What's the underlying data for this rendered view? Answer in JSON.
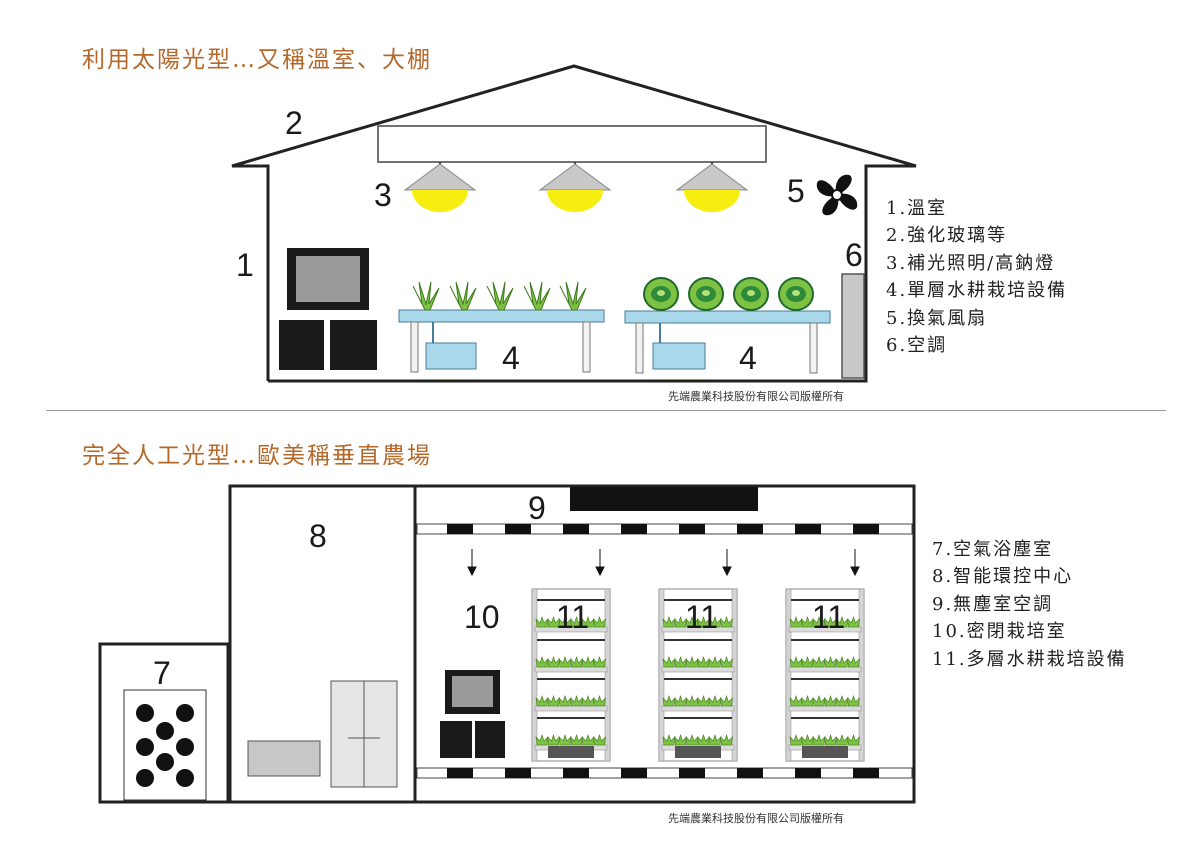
{
  "top": {
    "title": "利用太陽光型…又稱溫室、大棚",
    "labels": [
      "1",
      "2",
      "3",
      "4",
      "4",
      "5",
      "6"
    ],
    "legend": [
      "1.溫室",
      "2.強化玻璃等",
      "3.補光照明/高鈉燈",
      "4.單層水耕栽培設備",
      "5.換氣風扇",
      "6.空調"
    ],
    "copyright": "先端農業科技股份有限公司版權所有"
  },
  "bottom": {
    "title": "完全人工光型…歐美稱垂直農場",
    "labels": [
      "7",
      "8",
      "9",
      "10",
      "11",
      "11",
      "11"
    ],
    "legend": [
      "7.空氣浴塵室",
      "8.智能環控中心",
      "9.無塵室空調",
      "10.密閉栽培室",
      "11.多層水耕栽培設備"
    ],
    "copyright": "先端農業科技股份有限公司版權所有"
  },
  "colors": {
    "title": "#b5682a",
    "lamp": "#f5ee10",
    "lamp_shade": "#c8c8c8",
    "tray": "#a8d8ea",
    "plant": "#7dc242",
    "cabbage": "#2e8b3a"
  }
}
